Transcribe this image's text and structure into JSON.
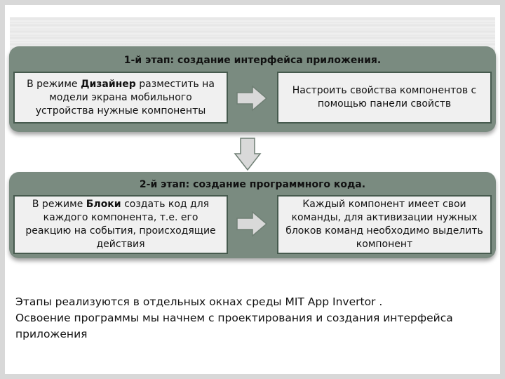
{
  "stage1": {
    "title": "1-й этап: создание интерфейса приложения.",
    "left": {
      "pre": "В режиме ",
      "bold": "Дизайнер",
      "post": " разместить  на модели экрана мобильного устройства нужные компоненты"
    },
    "right": "Настроить свойства компонентов с помощью панели свойств"
  },
  "stage2": {
    "title": "2-й этап: создание программного кода.",
    "left": {
      "pre": "В режиме ",
      "bold": "Блоки",
      "post": " создать код для каждого компонента, т.е. его реакцию на события, происходящие действия"
    },
    "right": "Каждый компонент имеет свои команды, для активизации нужных блоков команд необходимо выделить компонент"
  },
  "note": {
    "line1": "Этапы реализуются в отдельных окнах среды MIT App Invertor .",
    "line2": "Освоение программы мы начнем с проектирования и создания интерфейса приложения"
  },
  "colors": {
    "panel": "#7a8b80",
    "box_border": "#465a4e",
    "arrow_fill": "#d9d9d9"
  }
}
